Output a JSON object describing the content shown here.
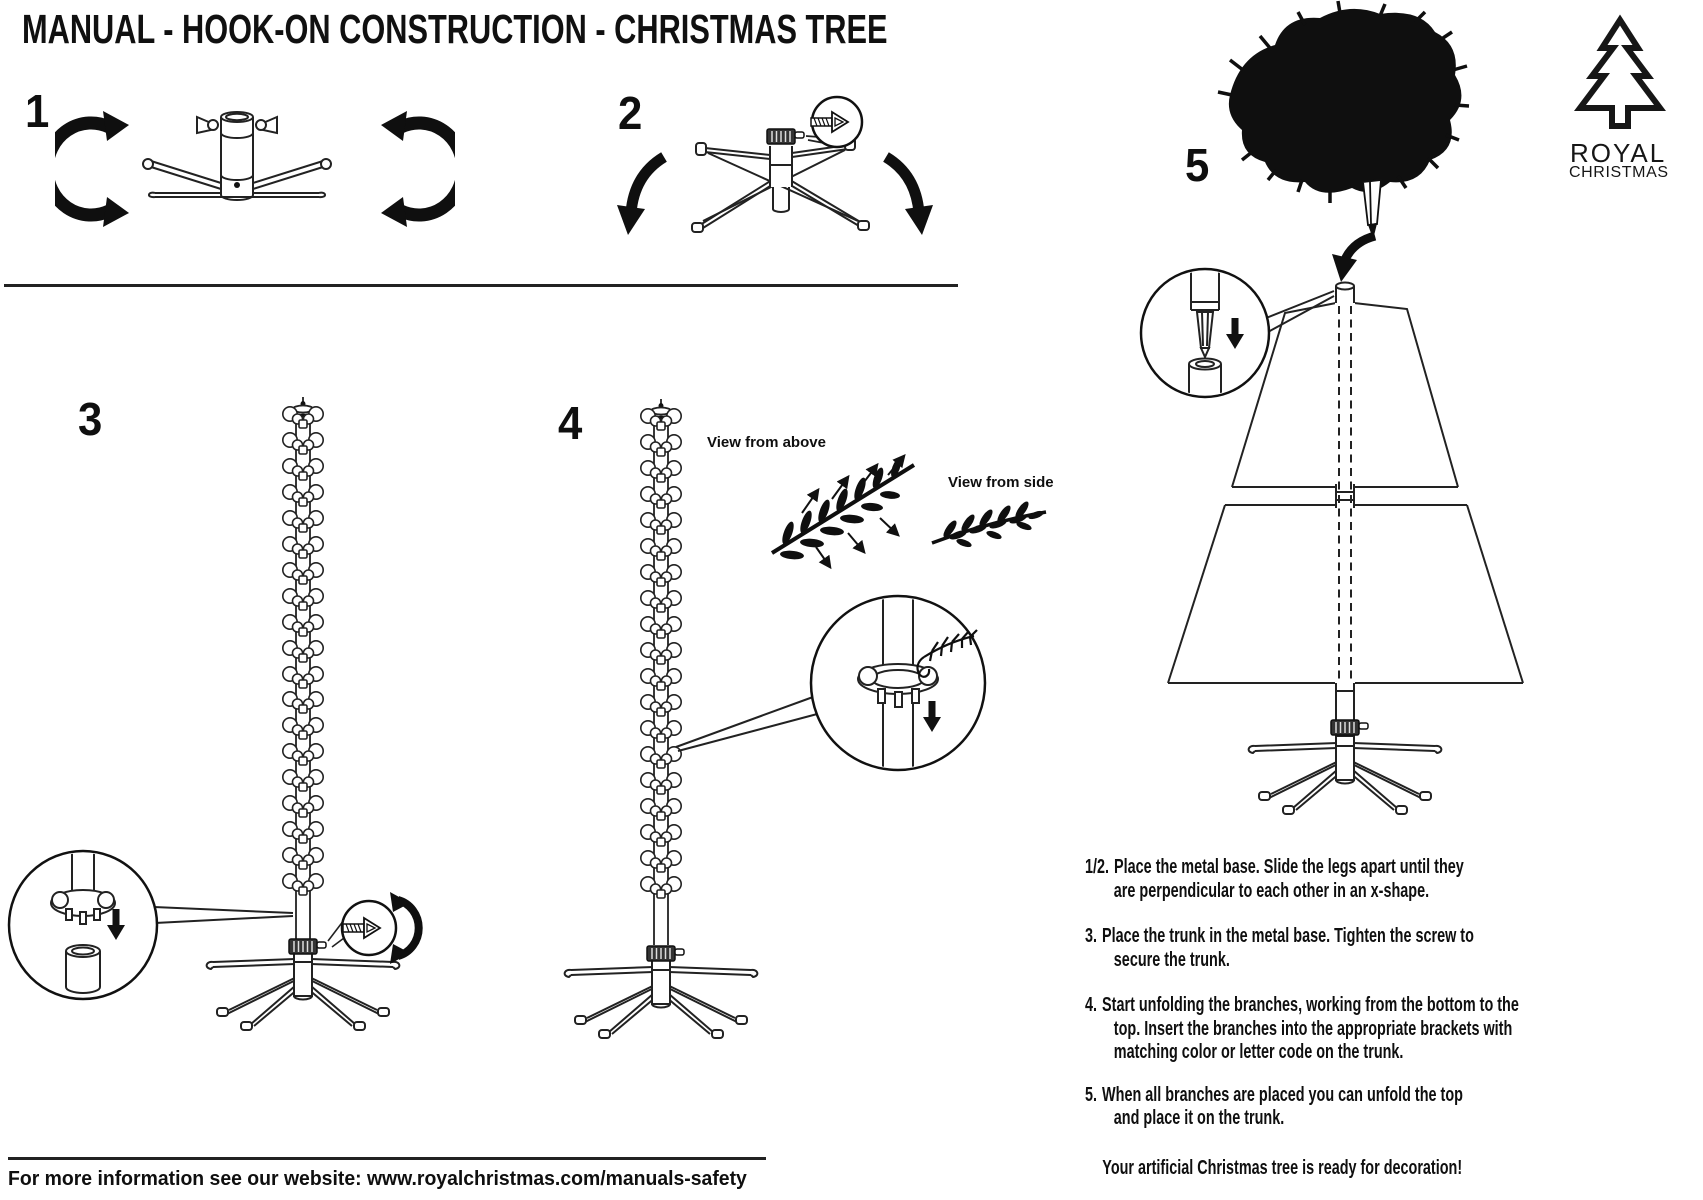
{
  "title": "MANUAL - HOOK-ON CONSTRUCTION - CHRISTMAS TREE",
  "logo": {
    "line1": "ROYAL",
    "line2": "CHRISTMAS"
  },
  "step_numbers": {
    "step1": "1",
    "step2": "2",
    "step3": "3",
    "step4": "4",
    "step5": "5"
  },
  "diagram_labels": {
    "view_from_above": "View from above",
    "view_from_side": "View from side"
  },
  "instructions": {
    "item12": {
      "num": "1/2.",
      "lines": [
        "Place the metal base. Slide the legs apart until they",
        "are perpendicular to each other in an x-shape."
      ]
    },
    "item3": {
      "num": "3.",
      "lines": [
        "Place the trunk in the metal base. Tighten the screw to",
        "secure the trunk."
      ]
    },
    "item4": {
      "num": "4.",
      "lines": [
        "Start unfolding the branches, working from the bottom to the",
        "top. Insert the branches into the appropriate brackets with",
        "matching color or letter code on the trunk."
      ]
    },
    "item5": {
      "num": "5.",
      "lines": [
        "When all branches are placed you can unfold the top",
        "and place it on the trunk."
      ]
    },
    "closing": "Your artificial Christmas tree is ready for decoration!"
  },
  "footer": "For more information see our website: www.royalchristmas.com/manuals-safety",
  "colors": {
    "ink": "#111111",
    "background": "#ffffff"
  }
}
